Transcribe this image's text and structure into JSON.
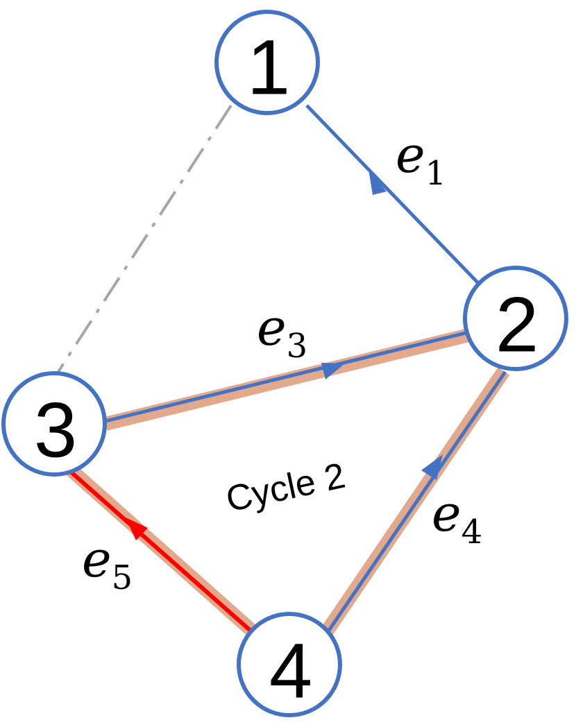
{
  "colors": {
    "node_stroke": "#4472C4",
    "edge_blue": "#4472C4",
    "edge_red": "#FF0000",
    "cycle_highlight": "#E2A98C",
    "dashed_edge": "#A6A6A6"
  },
  "nodes": [
    {
      "id": "n1",
      "label": "1"
    },
    {
      "id": "n2",
      "label": "2"
    },
    {
      "id": "n3",
      "label": "3"
    },
    {
      "id": "n4",
      "label": "4"
    }
  ],
  "edges": [
    {
      "id": "e1",
      "var": "e",
      "sub": "1",
      "from": "2",
      "to": "1",
      "color": "blue"
    },
    {
      "id": "e3",
      "var": "e",
      "sub": "3",
      "from": "3",
      "to": "2",
      "color": "blue"
    },
    {
      "id": "e4",
      "var": "e",
      "sub": "4",
      "from": "4",
      "to": "2",
      "color": "blue"
    },
    {
      "id": "e5",
      "var": "e",
      "sub": "5",
      "from": "4",
      "to": "3",
      "color": "red"
    }
  ],
  "non_tree_edge": {
    "from": "1",
    "to": "3",
    "style": "dash-dot"
  },
  "cycle": {
    "label": "Cycle 2",
    "edges": [
      "e3",
      "e4",
      "e5"
    ]
  }
}
